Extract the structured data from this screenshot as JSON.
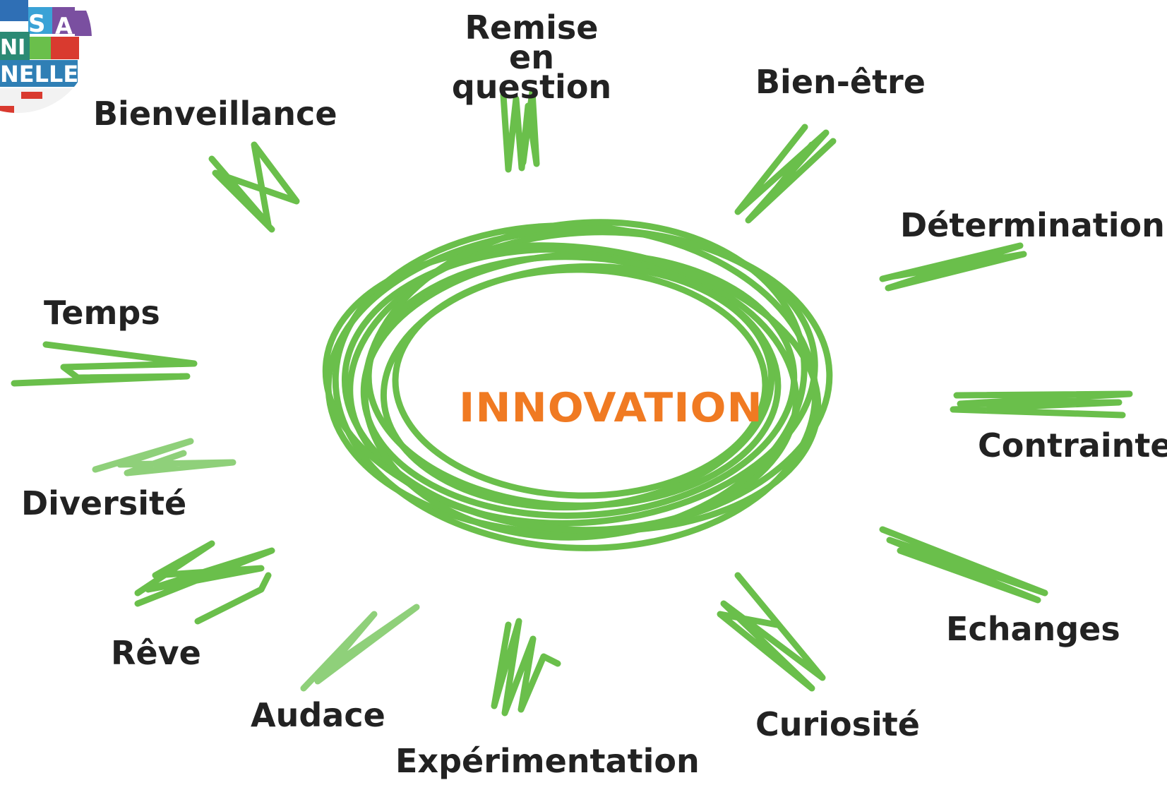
{
  "center": {
    "label": "INNOVATION"
  },
  "colors": {
    "stroke": "#6abf4b",
    "stroke_light": "#8fd07a",
    "center_text": "#f07a22",
    "label_text": "#222222"
  },
  "words": {
    "remise": "Remise\nen question",
    "bienetre": "Bien-être",
    "bienveillance": "Bienveillance",
    "determination": "Détermination",
    "temps": "Temps",
    "contrainte": "Contrainte",
    "diversite": "Diversité",
    "reve": "Rêve",
    "echanges": "Echanges",
    "audace": "Audace",
    "experimentation": "Expérimentation",
    "curiosite": "Curiosité"
  },
  "logo": {
    "letters": [
      "S",
      "A",
      "NI",
      "NELLE"
    ]
  }
}
